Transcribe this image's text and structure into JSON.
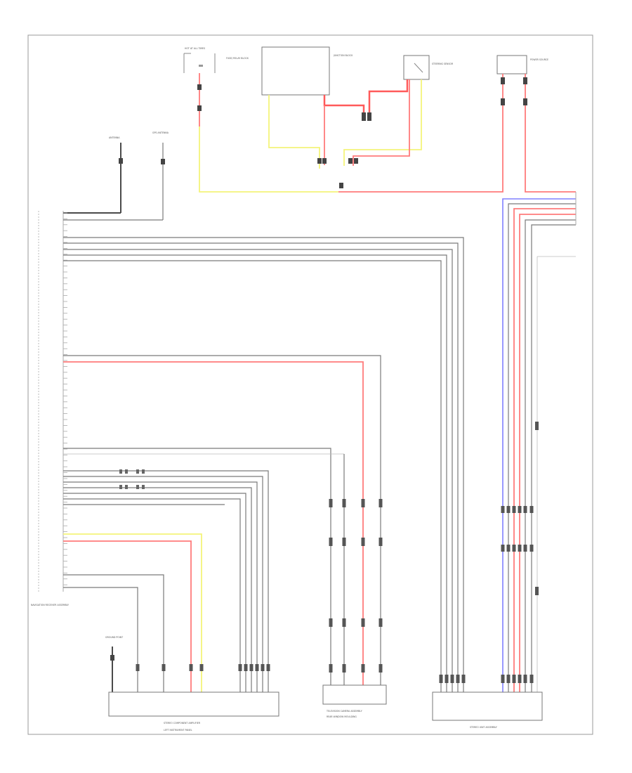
{
  "figure_id": "",
  "components": {
    "hot_at_all_times": {
      "label": "HOT AT ALL TIMES"
    },
    "fuse_relay_block": {
      "label": "FUSE/ RELAY BLOCK"
    },
    "junction_block": {
      "label": "JUNCTION BLOCK"
    },
    "steering_sensor": {
      "label": "STEERING SENSOR"
    },
    "power_source": {
      "label": "POWER SOURCE"
    },
    "antenna_1": {
      "label": "ANTENNA"
    },
    "antenna_2": {
      "label": "GPS ANTENNA"
    },
    "nav_receiver": {
      "label": "NAVIGATION RECEIVER ASSEMBLY"
    },
    "ground_point": {
      "label": "GROUND POINT"
    },
    "bottom_left": {
      "label": "STEREO COMPONENT AMPLIFIER",
      "sub": "LEFT INSTRUMENT PANEL"
    },
    "bottom_mid": {
      "label": "TELEVISION CAMERA ASSEMBLY",
      "sub": "REAR WINDOW MOULDING"
    },
    "bottom_right": {
      "label": "STEREO UNIT ASSEMBLY"
    }
  },
  "colors": {
    "wire_gray": "#7a7a7a",
    "wire_dark": "#4a4a4a",
    "wire_red": "#ff7b7b",
    "wire_yellow": "#f4f47a",
    "wire_blue": "#8080ff",
    "frame": "#999999"
  }
}
